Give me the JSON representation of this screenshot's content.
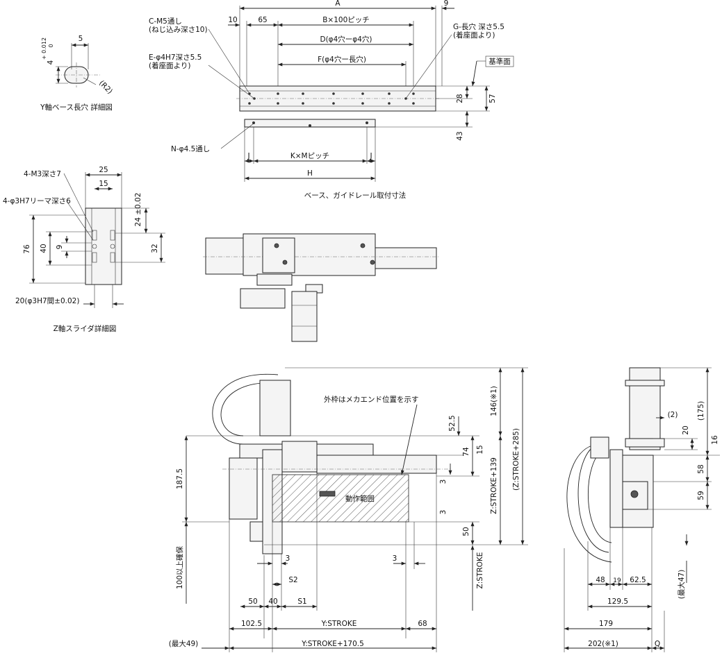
{
  "detail_y": {
    "caption": "Y軸ベース長穴 詳細図",
    "dim_5": "5",
    "dim_4": "4",
    "tol": "+ 0.012",
    "tol_zero": "0",
    "dim_r2": "(R2)"
  },
  "detail_z": {
    "caption": "Z軸スライダ詳細図",
    "label_m3": "4-M3深さ7",
    "label_reamer": "4-φ3H7リーマ深さ6",
    "dim_25": "25",
    "dim_15": "15",
    "dim_24": "24 ±0.02",
    "dim_76": "76",
    "dim_40": "40",
    "dim_9": "9",
    "dim_32": "32",
    "dim_20": "20(φ3H7間±0.02)"
  },
  "base": {
    "caption": "ベース、ガイドレール取付寸法",
    "dim_a": "A",
    "dim_9": "9",
    "dim_10": "10",
    "dim_65": "65",
    "dim_b": "B×100ピッチ",
    "dim_d": "D(φ4穴ーφ4穴)",
    "dim_f": "F(φ4穴ー長穴)",
    "label_c1": "C-M5通し",
    "label_c2": "(ねじ込み深さ10)",
    "label_e1": "E-φ4H7深さ5.5",
    "label_e2": "(着座面より)",
    "label_g1": "G-長穴 深さ5.5",
    "label_g2": "(着座面より)",
    "label_ref": "基準面",
    "dim_28": "28",
    "dim_57": "57",
    "dim_43": "43",
    "label_n": "N-φ4.5通し",
    "dim_j": "J",
    "dim_km": "K×Mピッチ",
    "dim_h": "H"
  },
  "front": {
    "label_frame": "外枠はメカエンド位置を示す",
    "label_range": "動作範囲",
    "dim_52_5": "52.5",
    "dim_74": "74",
    "dim_15": "15",
    "dim_3": "3",
    "dim_50": "50",
    "dim_146": "146(※1)",
    "dim_z139": "Z:STROKE+139",
    "dim_z285": "(Z:STROKE+285)",
    "dim_zstroke": "Z:STROKE",
    "dim_187_5": "187.5",
    "label_100": "100以上確保",
    "dim_s2": "S2",
    "dim_s1": "S1",
    "dim_40": "40",
    "dim_102_5": "102.5",
    "dim_ystroke": "Y:STROKE",
    "dim_68": "68",
    "dim_max49": "(最大49)",
    "dim_y170": "Y:STROKE+170.5"
  },
  "side": {
    "dim_2": "(2)",
    "dim_20": "20",
    "dim_175": "(175)",
    "dim_16": "16",
    "dim_58": "58",
    "dim_59": "59",
    "dim_48": "48",
    "dim_19": "19",
    "dim_62_5": "62.5",
    "dim_129_5": "129.5",
    "dim_179": "179",
    "dim_max47": "(最大47)",
    "dim_202": "202(※1)",
    "dim_q": "Q"
  }
}
